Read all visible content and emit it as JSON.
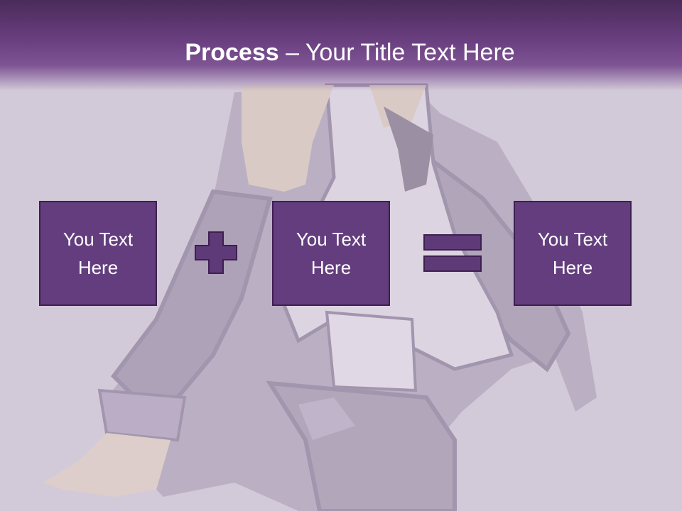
{
  "slide": {
    "title_bold": "Process",
    "title_separator": " – ",
    "title_rest": "Your Title Text Here",
    "boxes": [
      {
        "text": "You Text Here"
      },
      {
        "text": "You Text Here"
      },
      {
        "text": "You Text Here"
      }
    ],
    "operators": [
      "plus-icon",
      "equals-icon"
    ],
    "colors": {
      "background": "#d3cad9",
      "header": "#6a3f80",
      "box_fill": "#633d7e",
      "box_border": "#3e1f52",
      "operator": "#5e3a78",
      "text": "#ffffff"
    }
  }
}
